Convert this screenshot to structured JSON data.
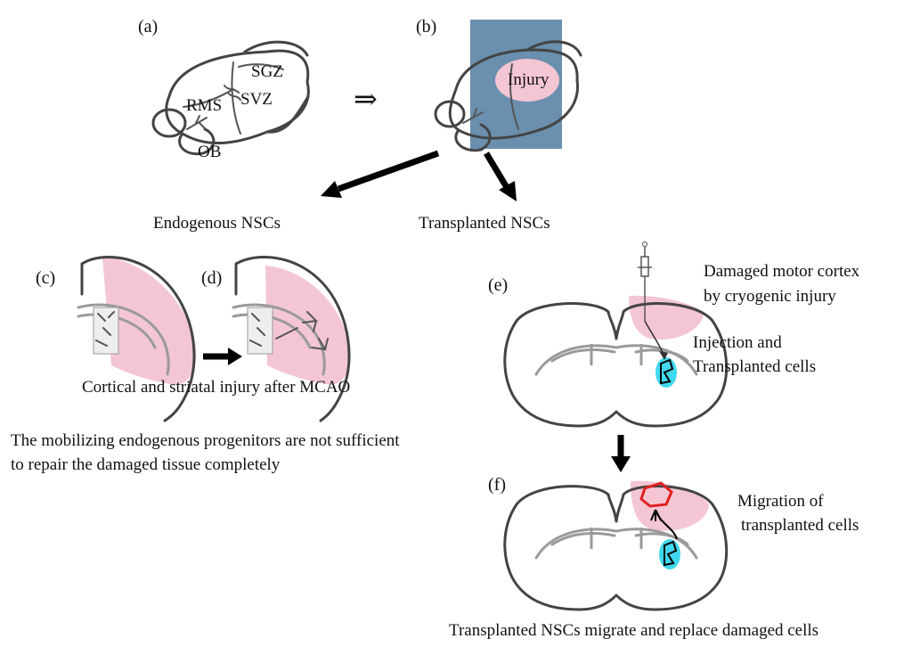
{
  "panels": {
    "a": {
      "label": "(a)",
      "regions": {
        "sgz": "SGZ",
        "svz": "SVZ",
        "rms": "RMS",
        "ob": "OB"
      }
    },
    "transition_symbol": "⇒",
    "b": {
      "label": "(b)",
      "injury": "Injury"
    },
    "pathways": {
      "endogenous": "Endogenous NSCs",
      "transplanted": "Transplanted NSCs"
    },
    "c": {
      "label": "(c)"
    },
    "d": {
      "label": "(d)"
    },
    "cd_caption": "Cortical and striatal injury after MCAO",
    "endogenous_note": {
      "line1": "The mobilizing endogenous progenitors are not sufficient",
      "line2": "to repair the damaged tissue completely"
    },
    "e": {
      "label": "(e)",
      "damage_line1": "Damaged  motor cortex",
      "damage_line2": " by cryogenic injury",
      "injection_line1": "Injection and",
      "injection_line2": "Transplanted cells"
    },
    "f": {
      "label": "(f)",
      "migration_line1": "Migration of",
      "migration_line2": "transplanted cells"
    },
    "bottom_caption": "Transplanted NSCs migrate and replace damaged cells"
  },
  "colors": {
    "injury_pink": "#f4c6d4",
    "blue_box": "#6b8fae",
    "cell_cyan": "#40d8ee",
    "migration_red": "#e02020"
  }
}
